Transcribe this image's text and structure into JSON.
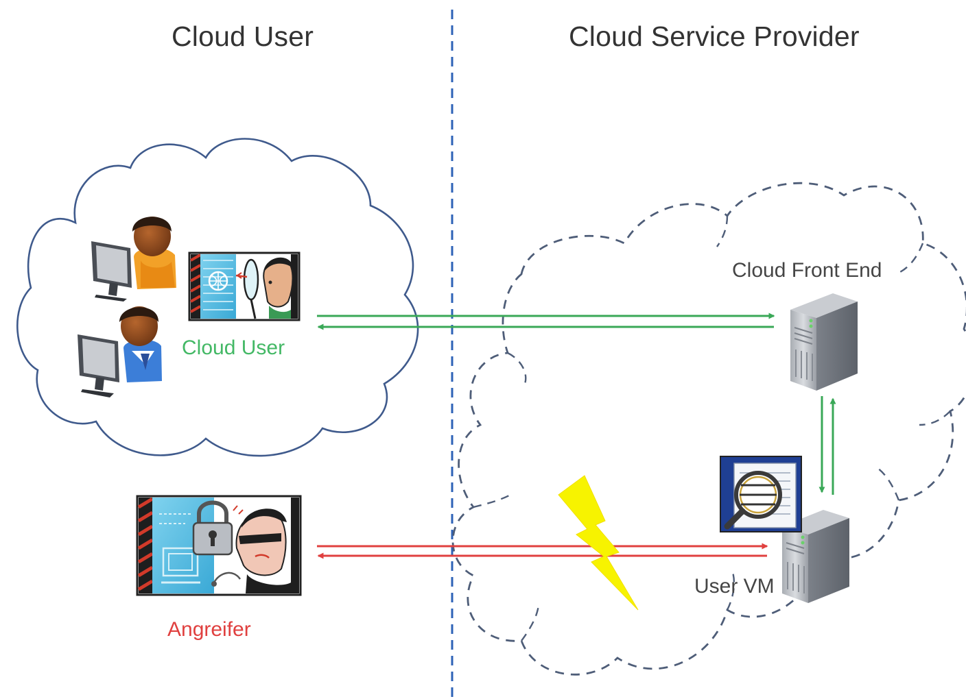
{
  "headings": {
    "left": "Cloud User",
    "right": "Cloud Service Provider"
  },
  "labels": {
    "cloud_user": "Cloud User",
    "cloud_front_end": "Cloud Front End",
    "user_vm": "User VM",
    "attacker": "Angreifer"
  },
  "icons": {
    "user_workstation": "user-at-computer-icon",
    "cloud_user_avatar": "observer-with-magnifier-icon",
    "attacker_avatar": "hacker-with-padlock-icon",
    "front_end_server": "server-tower-icon",
    "vm_server": "server-tower-icon",
    "data_inspection": "document-magnifier-icon",
    "attack": "lightning-bolt-icon"
  },
  "connections": [
    {
      "from": "Cloud User",
      "to": "Cloud Front End",
      "direction": "bidirectional",
      "color": "green"
    },
    {
      "from": "Cloud Front End",
      "to": "User VM",
      "direction": "bidirectional",
      "color": "green"
    },
    {
      "from": "Angreifer",
      "to": "User VM",
      "direction": "bidirectional",
      "color": "red"
    }
  ],
  "colors": {
    "divider": "#2d62b7",
    "user_cloud_outline": "#3f5a8c",
    "provider_cloud_outline": "#4e5d78",
    "green_flow": "#3aa857",
    "red_flow": "#e0403f",
    "cloud_user_label": "#43b865",
    "attacker_label": "#e0403f",
    "lightning": "#f7f300"
  }
}
